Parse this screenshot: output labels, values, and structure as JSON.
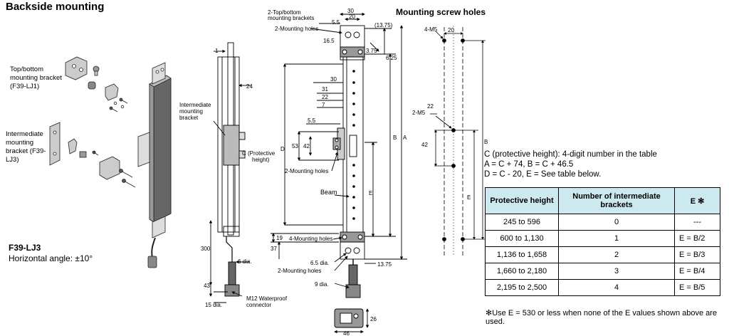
{
  "titles": {
    "backside": "Backside mounting",
    "screw_holes": "Mounting screw holes",
    "model": "F39-LJ3",
    "angle": "Horizontal angle: ±10°"
  },
  "parts": {
    "top_bracket": "Top/bottom mounting bracket (F39-LJ1)",
    "mid_bracket": "Intermediate mounting bracket (F39-LJ3)",
    "intermediate_label": "Intermediate mounting bracket",
    "connector": "M12 Waterproof connector"
  },
  "side_view": {
    "d1": "1",
    "d24": "24",
    "d300": "300",
    "d43": "43",
    "dia6": "6 dia.",
    "dia15": "15 dia."
  },
  "front_view": {
    "top_brackets": "2-Top/bottom mounting brackets",
    "mounting_holes_top": "2-Mounting holes",
    "d30_top": "30",
    "d20_top": "20",
    "d55": "5.5",
    "d165": "16.5",
    "d1375a": "(13.75)",
    "d375": "3.75",
    "d625": "6.25",
    "d30": "30",
    "d31": "31",
    "d22": "22",
    "d7": "7",
    "d55b": "5.5",
    "d53": "53",
    "d42": "42",
    "D": "D",
    "C": "C (Protective height)",
    "mounting_holes_mid": "2-Mounting holes",
    "beam": "Beam",
    "B": "B",
    "A": "A",
    "E": "E",
    "d19": "19",
    "d37": "37",
    "four_holes": "4-Mounting holes",
    "dia65": "6.5 dia.",
    "mounting_holes_bot": "2-Mounting holes",
    "dia9": "9 dia.",
    "d1375b": "13.75",
    "d46": "46",
    "d26": "26"
  },
  "holes_view": {
    "m5_4": "4-M5",
    "d20": "20",
    "m5_2": "2-M5",
    "d22": "22",
    "d42": "42",
    "B": "B",
    "E": "E"
  },
  "notes": {
    "line1": "C (protective height): 4-digit number in the table",
    "line2": "A = C + 74, B = C + 46.5",
    "line3": "D = C - 20, E = See table below."
  },
  "table": {
    "headers": [
      "Protective height",
      "Number of intermediate brackets",
      "E ✻"
    ],
    "rows": [
      [
        "245 to 596",
        "0",
        "---"
      ],
      [
        "600 to 1,130",
        "1",
        "E = B/2"
      ],
      [
        "1,136 to 1,658",
        "2",
        "E = B/3"
      ],
      [
        "1,660 to 2,180",
        "3",
        "E = B/4"
      ],
      [
        "2,195 to 2,500",
        "4",
        "E = B/5"
      ]
    ],
    "footnote": "✻Use E = 530 or less when none of the E values shown above are used."
  }
}
